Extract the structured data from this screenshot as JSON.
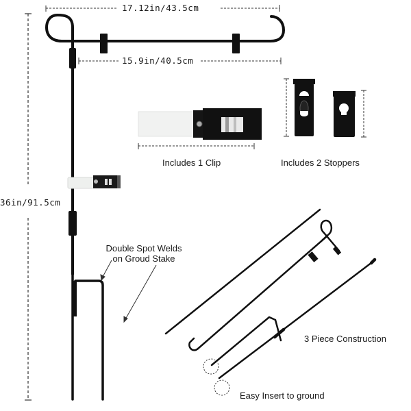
{
  "dimensions": {
    "top_width": "17.12in/43.5cm",
    "flag_width": "15.9in/40.5cm",
    "height": "36in/91.5cm"
  },
  "parts": {
    "clip_caption": "Includes 1 Clip",
    "stoppers_caption": "Includes 2 Stoppers"
  },
  "annotations": {
    "welds_line1": "Double Spot Welds",
    "welds_line2": "on Groud Stake",
    "construction": "3 Piece Construction",
    "insert": "Easy Insert to ground"
  },
  "colors": {
    "metal": "#111111",
    "background": "#ffffff",
    "text": "#1a1a1a",
    "clip_strap": "#eef0ee"
  }
}
